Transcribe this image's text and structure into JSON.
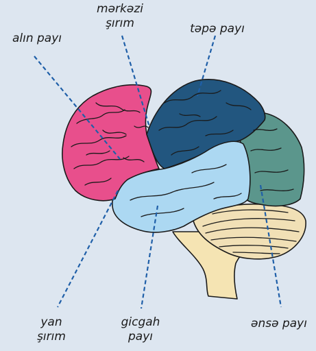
{
  "labels": {
    "frontal": "alın payı",
    "central_line1": "mərkəzi",
    "central_line2": "şırım",
    "parietal": "təpə payı",
    "lateral_line1": "yan",
    "lateral_line2": "şırım",
    "temporal_line1": "gicgah",
    "temporal_line2": "payı",
    "occipital": "ənsə payı"
  },
  "colors": {
    "background": "#dde6f0",
    "frontal_lobe": "#e84f8c",
    "parietal_lobe": "#22567f",
    "occipital_lobe": "#5b968c",
    "temporal_lobe": "#acd8f2",
    "cerebellum": "#f1e0b6",
    "brainstem": "#f5e4b3",
    "leader_line": "#1f5fa8"
  }
}
